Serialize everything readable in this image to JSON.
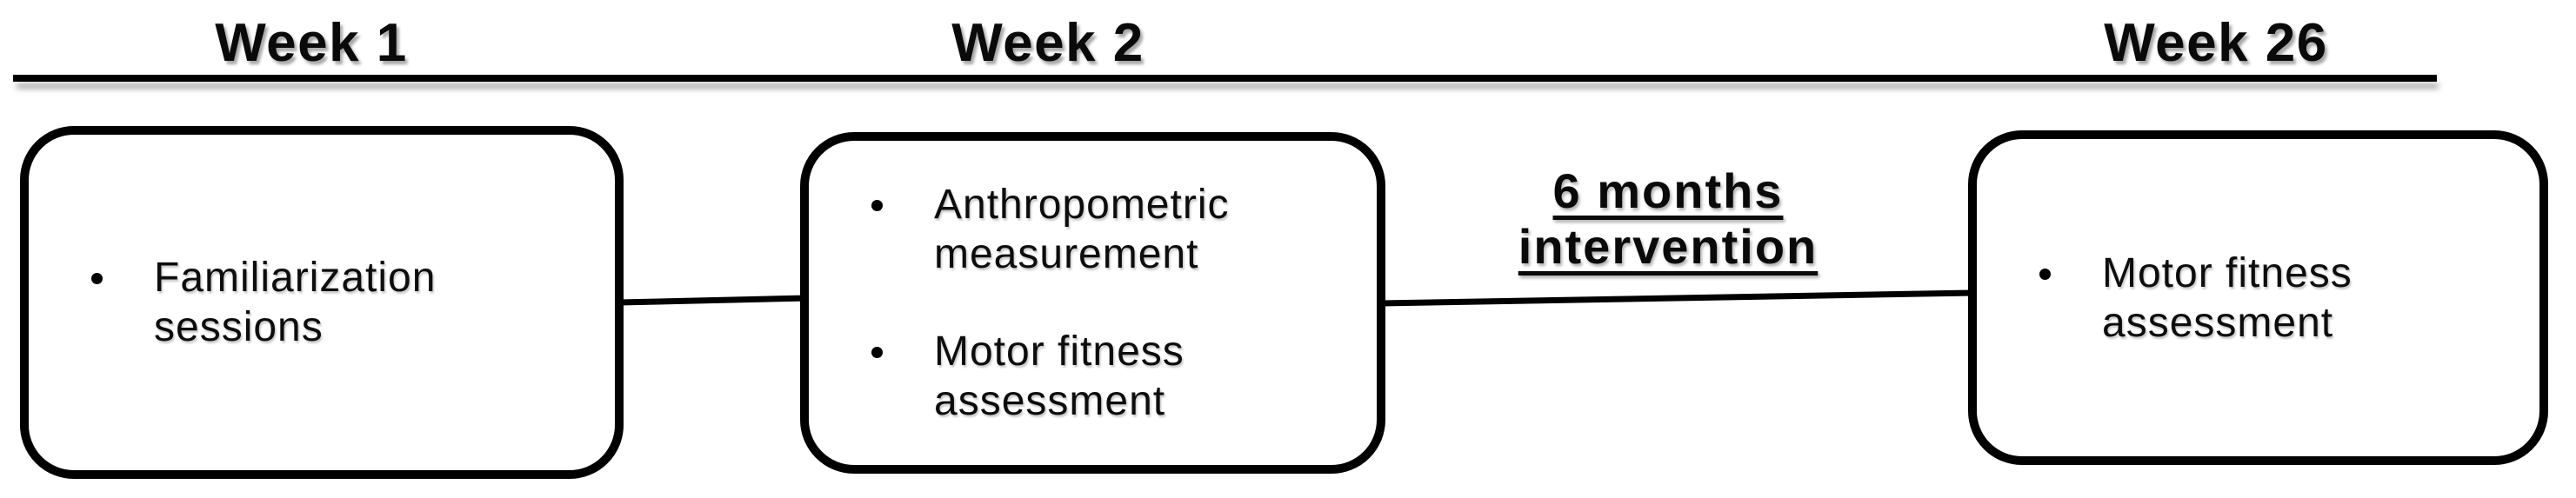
{
  "colors": {
    "ink": "#000000",
    "background": "#ffffff"
  },
  "timeline": {
    "weeks": [
      "Week 1",
      "Week 2",
      "Week 26"
    ]
  },
  "boxes": [
    {
      "name": "week1-box",
      "items": [
        "Familiarization sessions"
      ]
    },
    {
      "name": "week2-box",
      "items": [
        "Anthropometric measurement",
        "Motor fitness assessment"
      ]
    },
    {
      "name": "week26-box",
      "items": [
        "Motor fitness assessment"
      ]
    }
  ],
  "intervention_label": {
    "line1": "6 months",
    "line2": "intervention"
  }
}
